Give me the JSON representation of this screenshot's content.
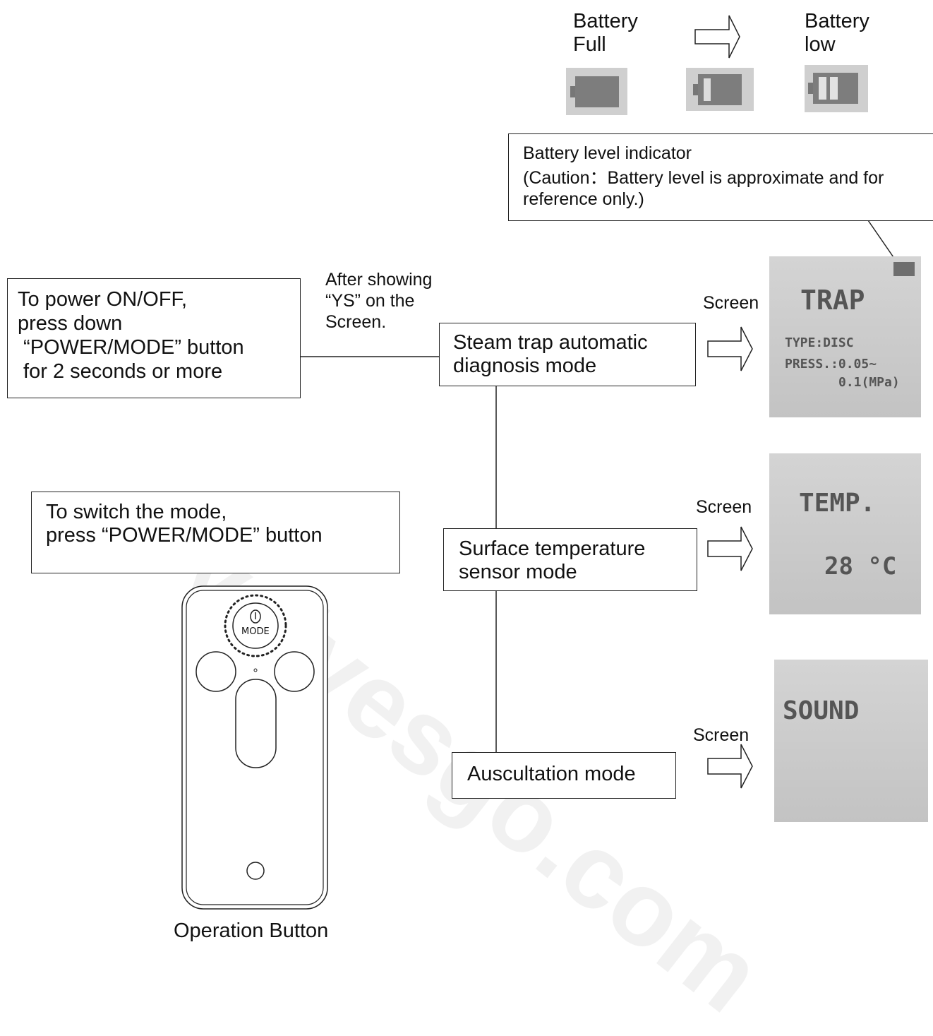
{
  "battery": {
    "full_label": "Battery\nFull",
    "low_label": "Battery\nlow",
    "indicator_title": "Battery level indicator",
    "indicator_caution": "(Caution：Battery level is approximate and for\nreference only.)"
  },
  "power": {
    "instruction": "To power ON/OFF,\npress down\n “POWER/MODE” button\n for 2 seconds or more",
    "after_note": "After showing\n“YS” on the\nScreen."
  },
  "switch_mode": {
    "instruction": "To switch the mode,\npress “POWER/MODE” button"
  },
  "modes": [
    {
      "label": "Steam trap automatic\ndiagnosis mode",
      "screen_label": "Screen",
      "lcd_title": "TRAP",
      "lcd_line1": "TYPE:DISC",
      "lcd_line2": "PRESS.:0.05~",
      "lcd_line3": "0.1(MPa)"
    },
    {
      "label": "Surface temperature\nsensor mode",
      "screen_label": "Screen",
      "lcd_title": "TEMP.",
      "lcd_line1": "28 °C"
    },
    {
      "label": "Auscultation mode",
      "screen_label": "Screen",
      "lcd_title": "SOUND"
    }
  ],
  "device": {
    "mode_button_label": "MODE",
    "caption": "Operation Button"
  },
  "watermark": "valvesgo.com"
}
